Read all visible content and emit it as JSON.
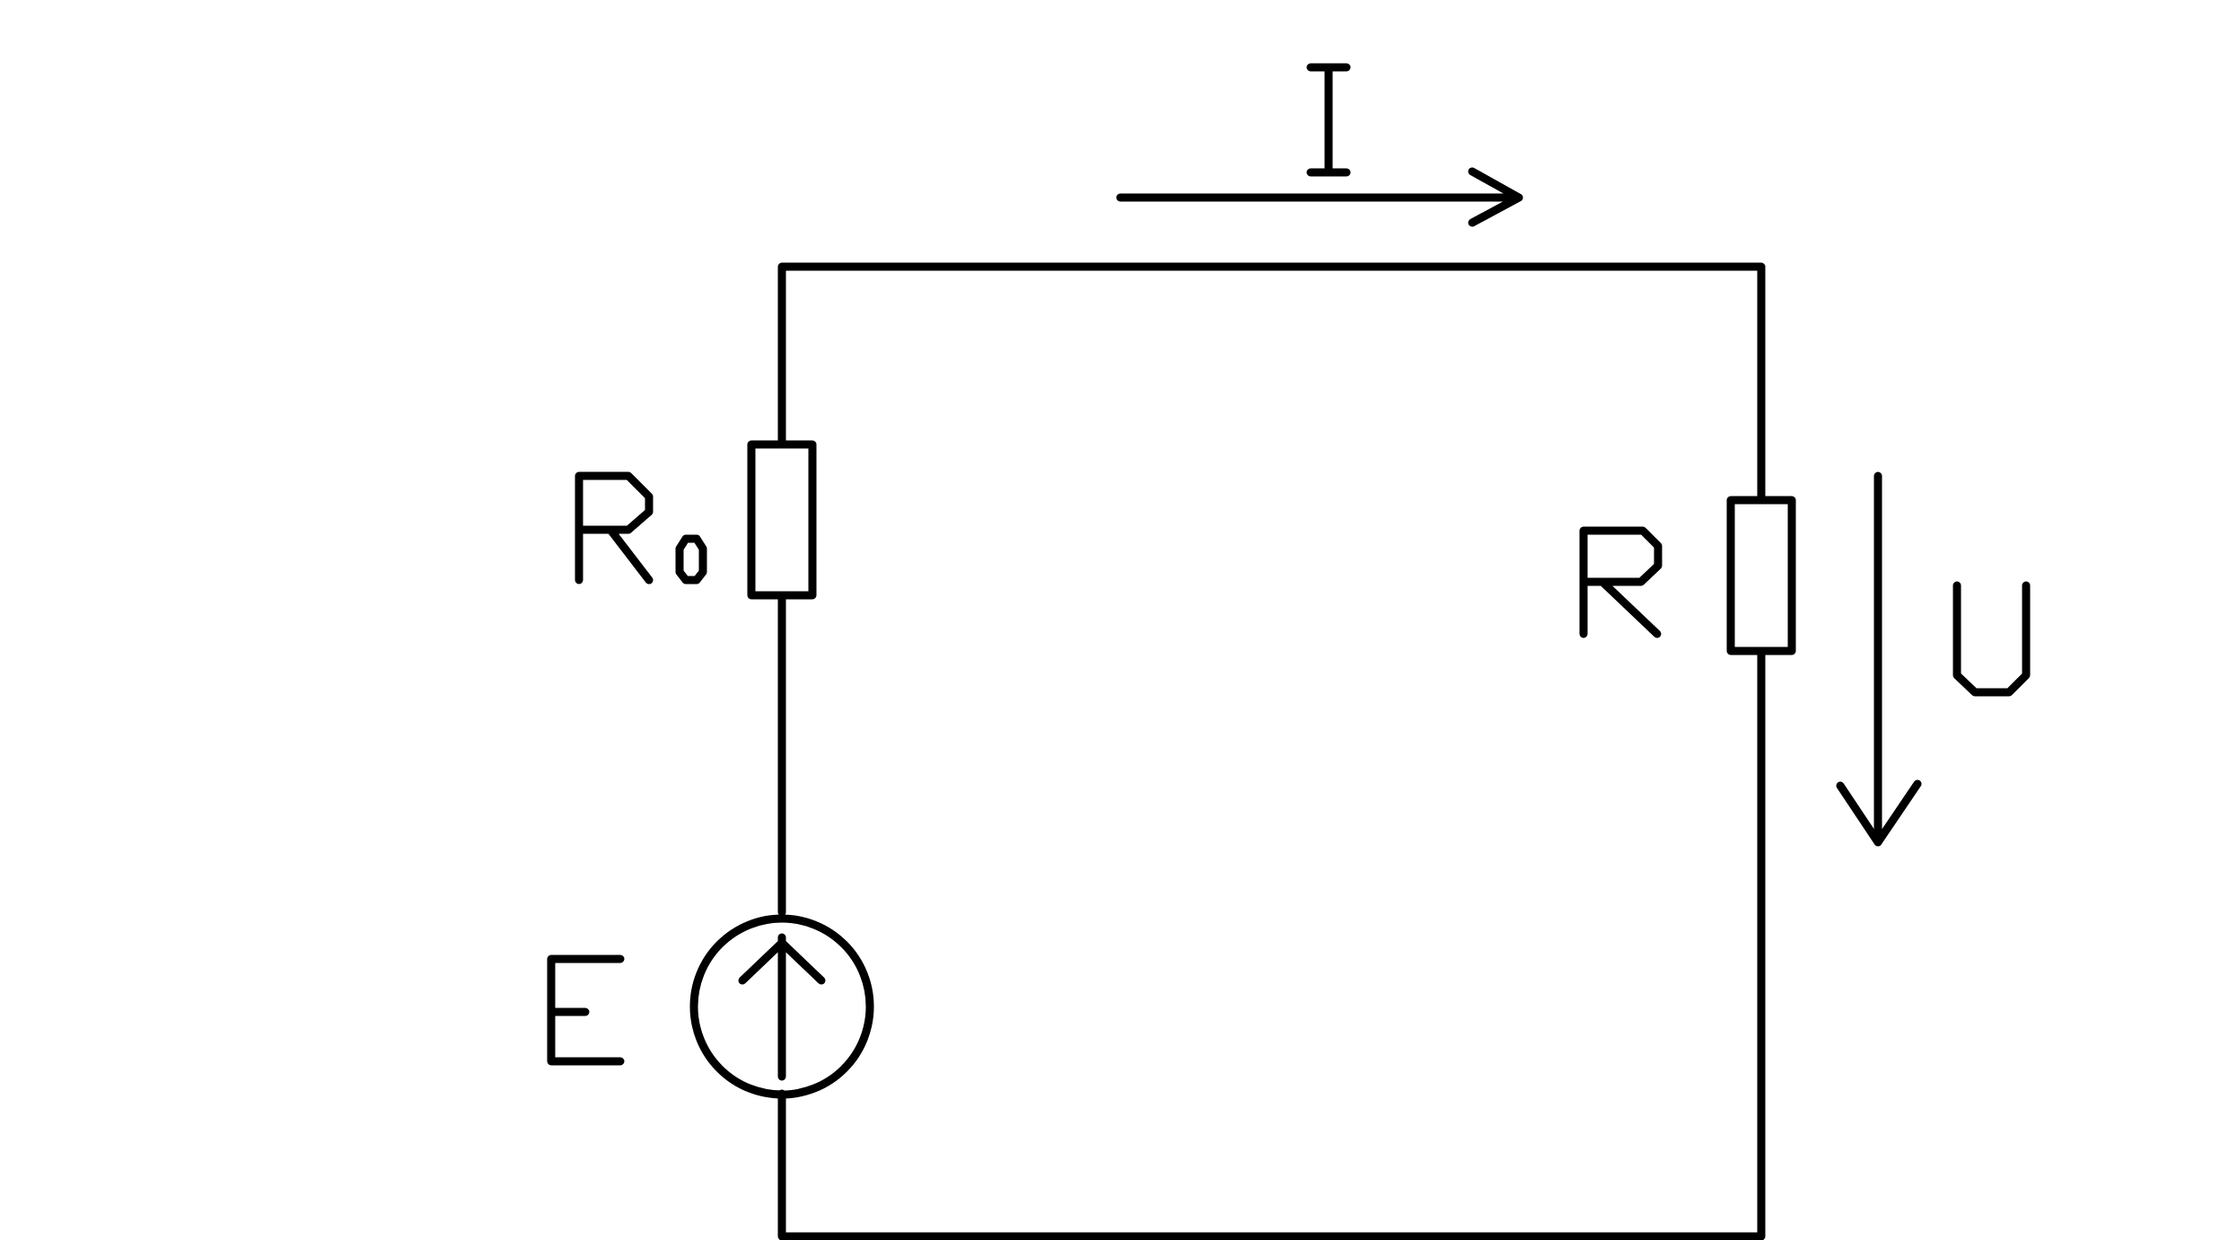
{
  "diagram": {
    "colors": {
      "ink": "#000000",
      "background": "#ffffff"
    },
    "labels": {
      "current": "I",
      "voltage": "U",
      "emf": "E",
      "internal_resistance_letter": "R",
      "internal_resistance_subscript": "0",
      "load_resistance": "R"
    },
    "components": [
      {
        "kind": "voltage-source",
        "label": "E"
      },
      {
        "kind": "resistor",
        "label": "R0"
      },
      {
        "kind": "resistor",
        "label": "R"
      }
    ],
    "arrows": [
      {
        "quantity": "current",
        "label": "I",
        "direction": "right"
      },
      {
        "quantity": "voltage",
        "label": "U",
        "direction": "down"
      }
    ]
  }
}
